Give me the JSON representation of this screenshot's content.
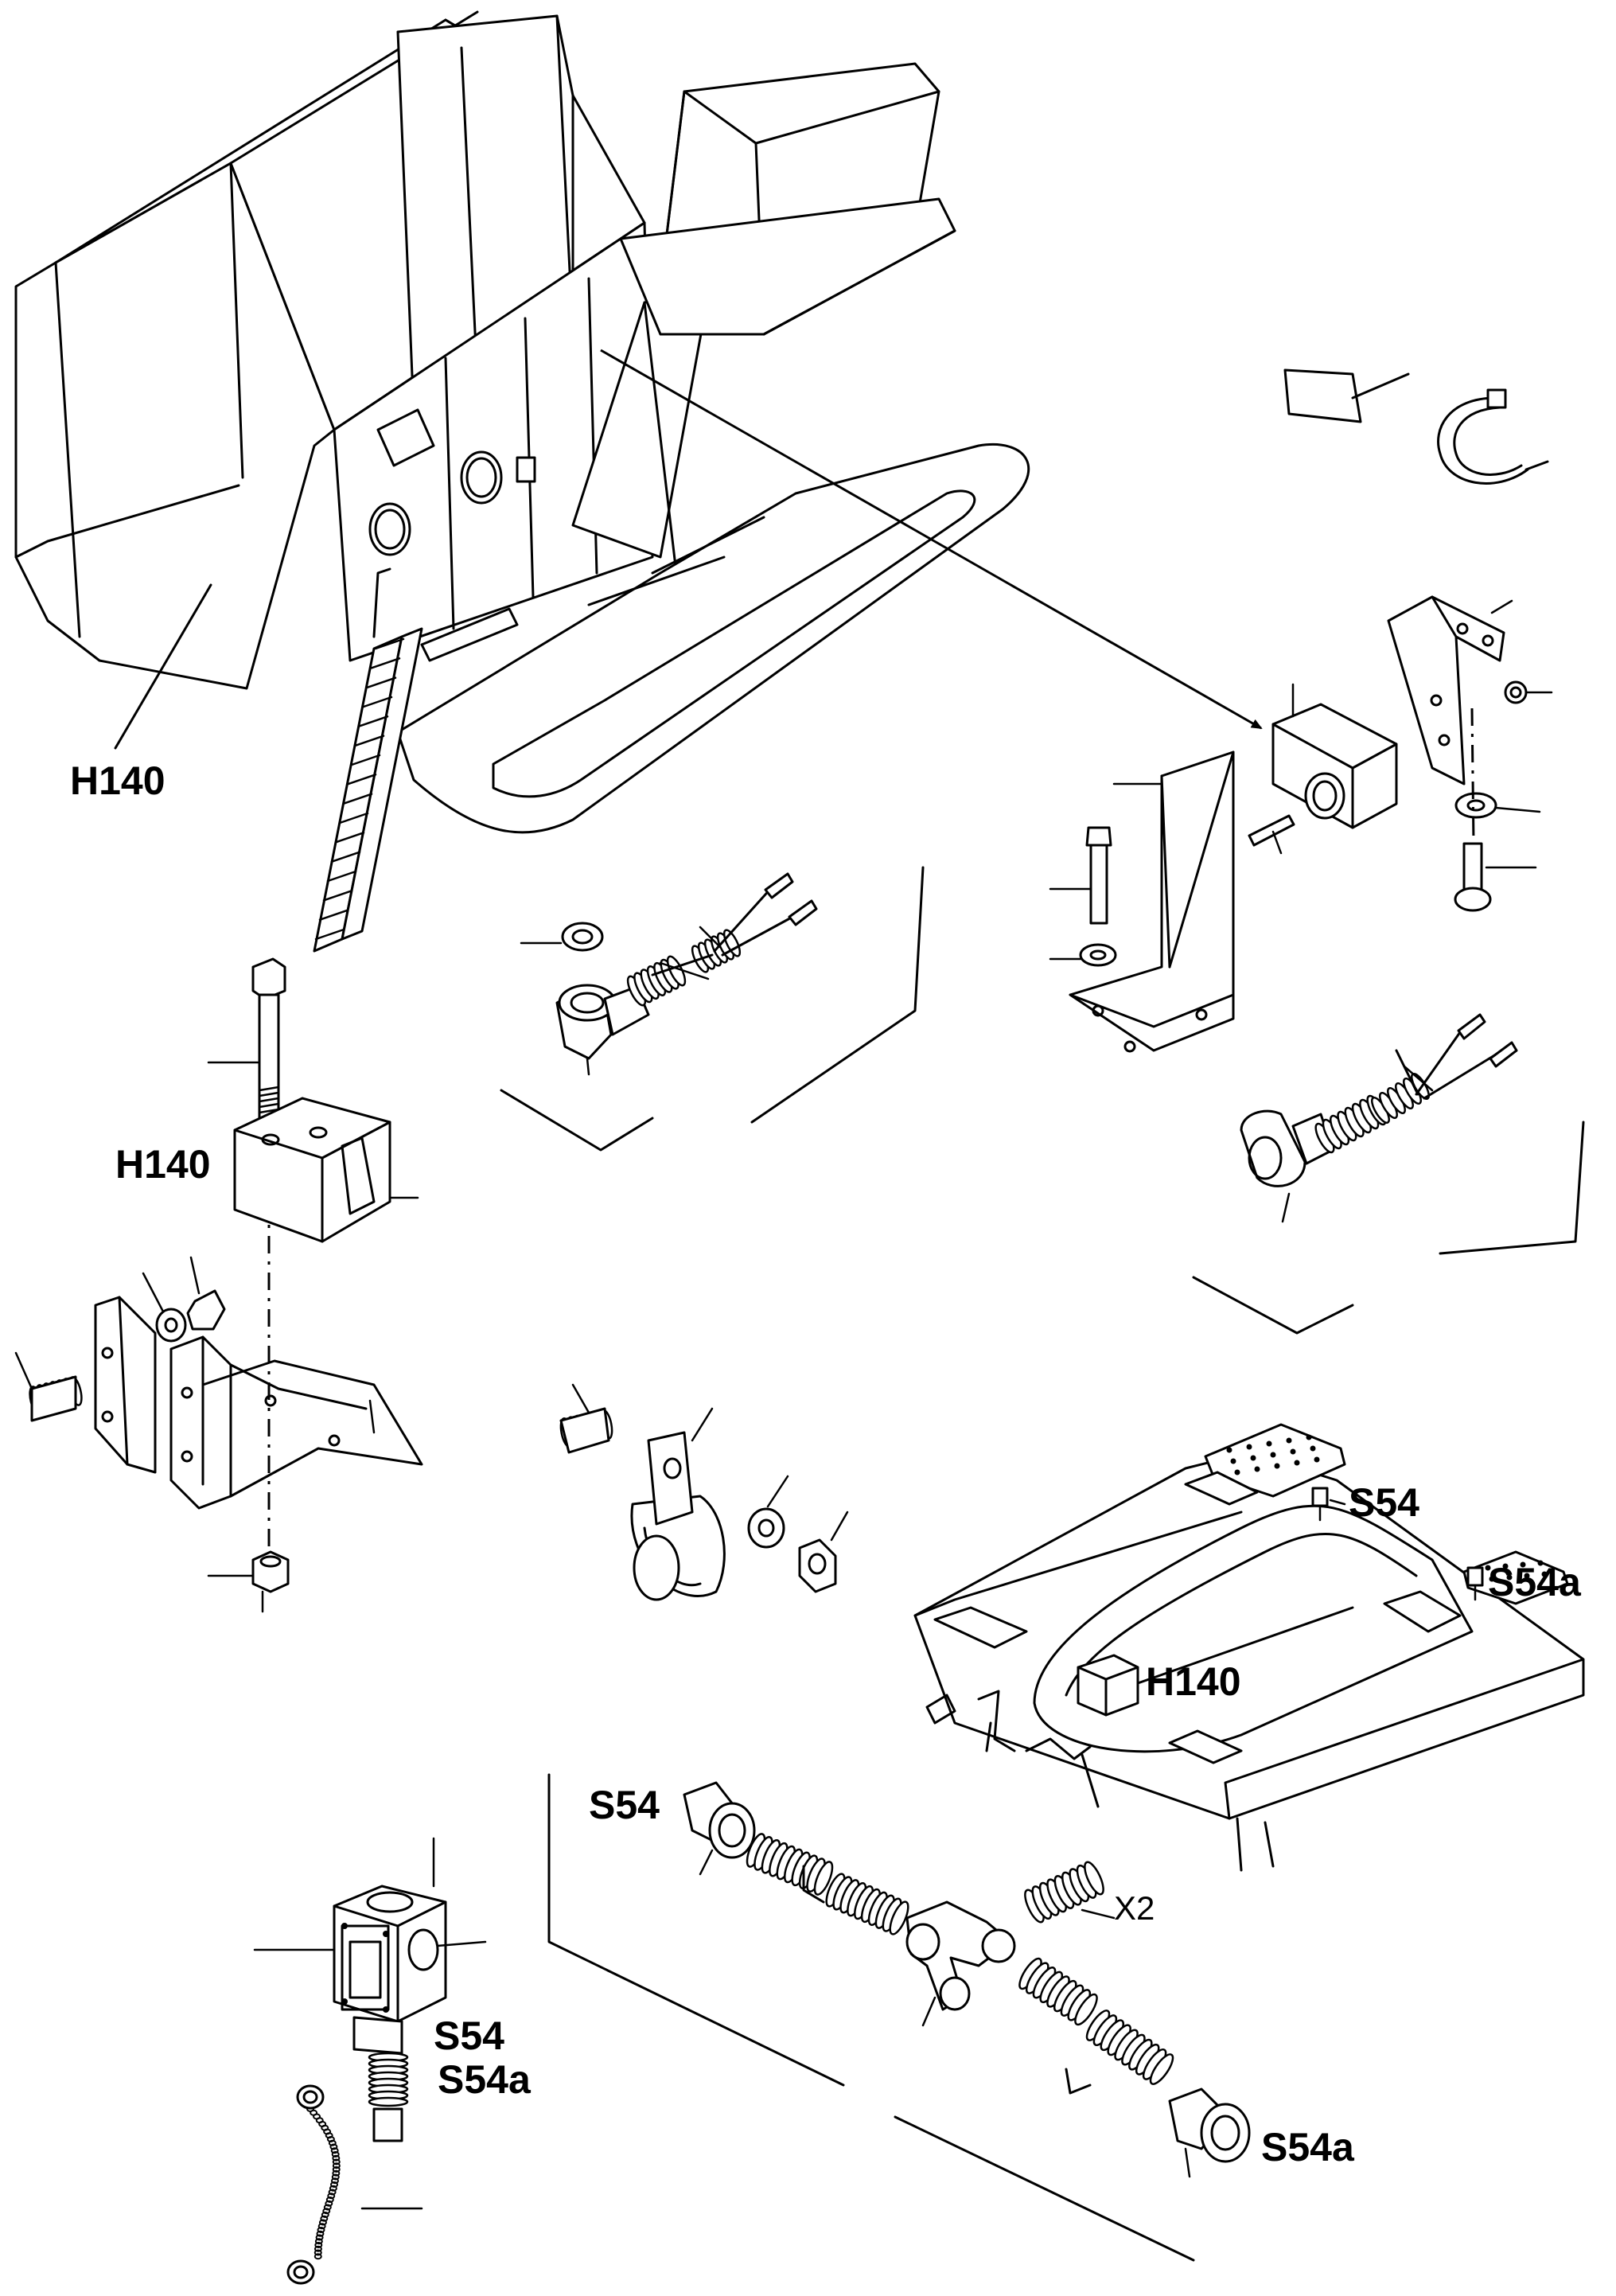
{
  "labels": {
    "h140_excavator": "H140",
    "h140_block": "H140",
    "h140_frame": "H140",
    "s54_frame": "S54",
    "s54a_frame": "S54a",
    "s54_harness": "S54",
    "s54a_harness": "S54a",
    "x2_connector": "X2",
    "s54_switch": "S54",
    "s54a_switch": "S54a"
  }
}
